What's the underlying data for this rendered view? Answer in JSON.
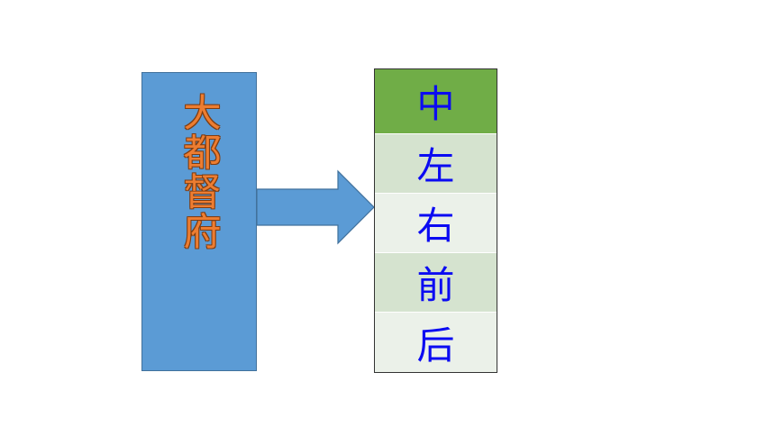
{
  "source": {
    "label": "大都督府",
    "fill": "#5b9bd5",
    "text_color": "#ed7d31"
  },
  "arrow": {
    "fill": "#5b9bd5",
    "stroke": "#41719c"
  },
  "branches": {
    "header_fill": "#70ad47",
    "text_color": "#0b0bf2",
    "items": [
      {
        "label": "中"
      },
      {
        "label": "左"
      },
      {
        "label": "右"
      },
      {
        "label": "前"
      },
      {
        "label": "后"
      }
    ]
  }
}
